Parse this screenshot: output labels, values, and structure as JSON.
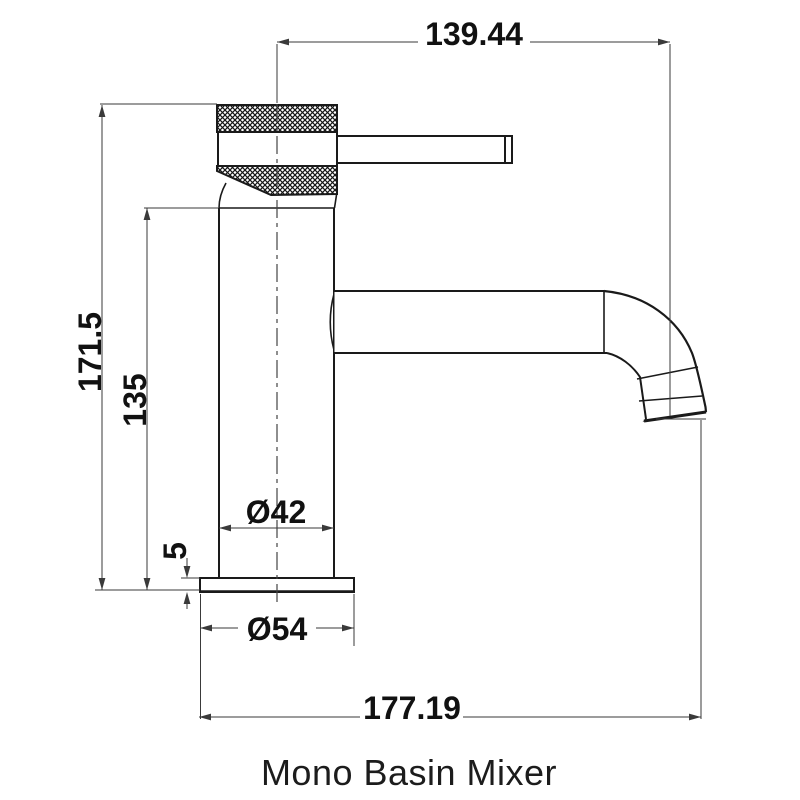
{
  "drawing": {
    "caption": "Mono Basin Mixer",
    "dimensions": {
      "spout_reach": "139.44",
      "overall_height": "171.5",
      "spout_height": "135",
      "base_thickness": "5",
      "body_diameter": "Ø42",
      "base_diameter": "Ø54",
      "overall_depth": "177.19"
    },
    "colors": {
      "background": "#ffffff",
      "object_line": "#1a1a1a",
      "dimension_line": "#3a3a3a",
      "text": "#111111"
    }
  }
}
